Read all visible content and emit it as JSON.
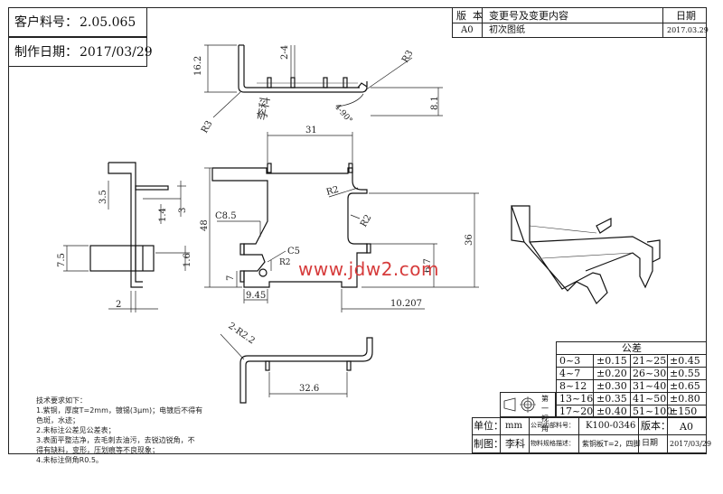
{
  "header": {
    "customer_part_label": "客户料号：",
    "customer_part_no": "2.05.065",
    "date_label": "制作日期：",
    "date_value": "2017/03/29"
  },
  "revision_table": {
    "headers": [
      "版  本",
      "变更号及变更内容",
      "日期"
    ],
    "rows": [
      {
        "version": "A0",
        "content": "初次图纸",
        "date": "2017.03.29"
      }
    ]
  },
  "drawing": {
    "signature": "李科",
    "watermark": "www.jdw2.com",
    "dims": {
      "d16_2": "16.2",
      "d2_4": "2-4",
      "dR3a": "R3",
      "dR3b": "R3",
      "d90": "4-90°",
      "d8_1": "8.1",
      "d31": "31",
      "dR2a": "R2",
      "dR2b": "R2",
      "dC8_5": "C8.5",
      "d48": "48",
      "d36": "36",
      "d6_7": "6.7",
      "dC5": "C5",
      "dR2c": "R2",
      "d7": "7",
      "d9_45": "9.45",
      "d10_207": "10.207",
      "d3_5": "3.5",
      "d1_4": "1.4",
      "d3": "3",
      "d7_5": "7.5",
      "d1_6": "1.6",
      "d2": "2",
      "d2R2_2": "2-R2.2",
      "d32_6": "32.6"
    }
  },
  "tech_notes": [
    "技术要求如下：",
    "1.紫铜，厚度T=2mm，镀锡(3μm)；电镀后不得有",
    "色斑，水迹；",
    "2.未标注公差见公差表；",
    "3.表面平整洁净，去毛刺去油污，去锐边锐角，不",
    "得有缺料，变形，压划痕等不良现象；",
    "4.未标注倒角R0.5。"
  ],
  "tolerance_table": {
    "title": "公差",
    "rows": [
      [
        "0~3",
        "±0.15",
        "21~25",
        "±0.45"
      ],
      [
        "4~7",
        "±0.20",
        "26~30",
        "±0.55"
      ],
      [
        "8~12",
        "±0.30",
        "31~40",
        "±0.65"
      ],
      [
        "13~16",
        "±0.35",
        "41~50",
        "±0.80"
      ],
      [
        "17~20",
        "±0.40",
        "51~100",
        "±150"
      ]
    ],
    "projection_label": "第一视角"
  },
  "title_block": {
    "unit_label": "单位：",
    "unit_value": "mm",
    "company_part_label": "公司内部料号：",
    "company_part_value": "K100-0346",
    "version_label": "版本：",
    "version_value": "A0",
    "drawn_label": "制图：",
    "drawn_value": "李科",
    "material_label": "物料规格描述：",
    "material_value": "紫铜板T=2，四脚",
    "date_label": "日期",
    "date_value": "2017/03/29"
  }
}
